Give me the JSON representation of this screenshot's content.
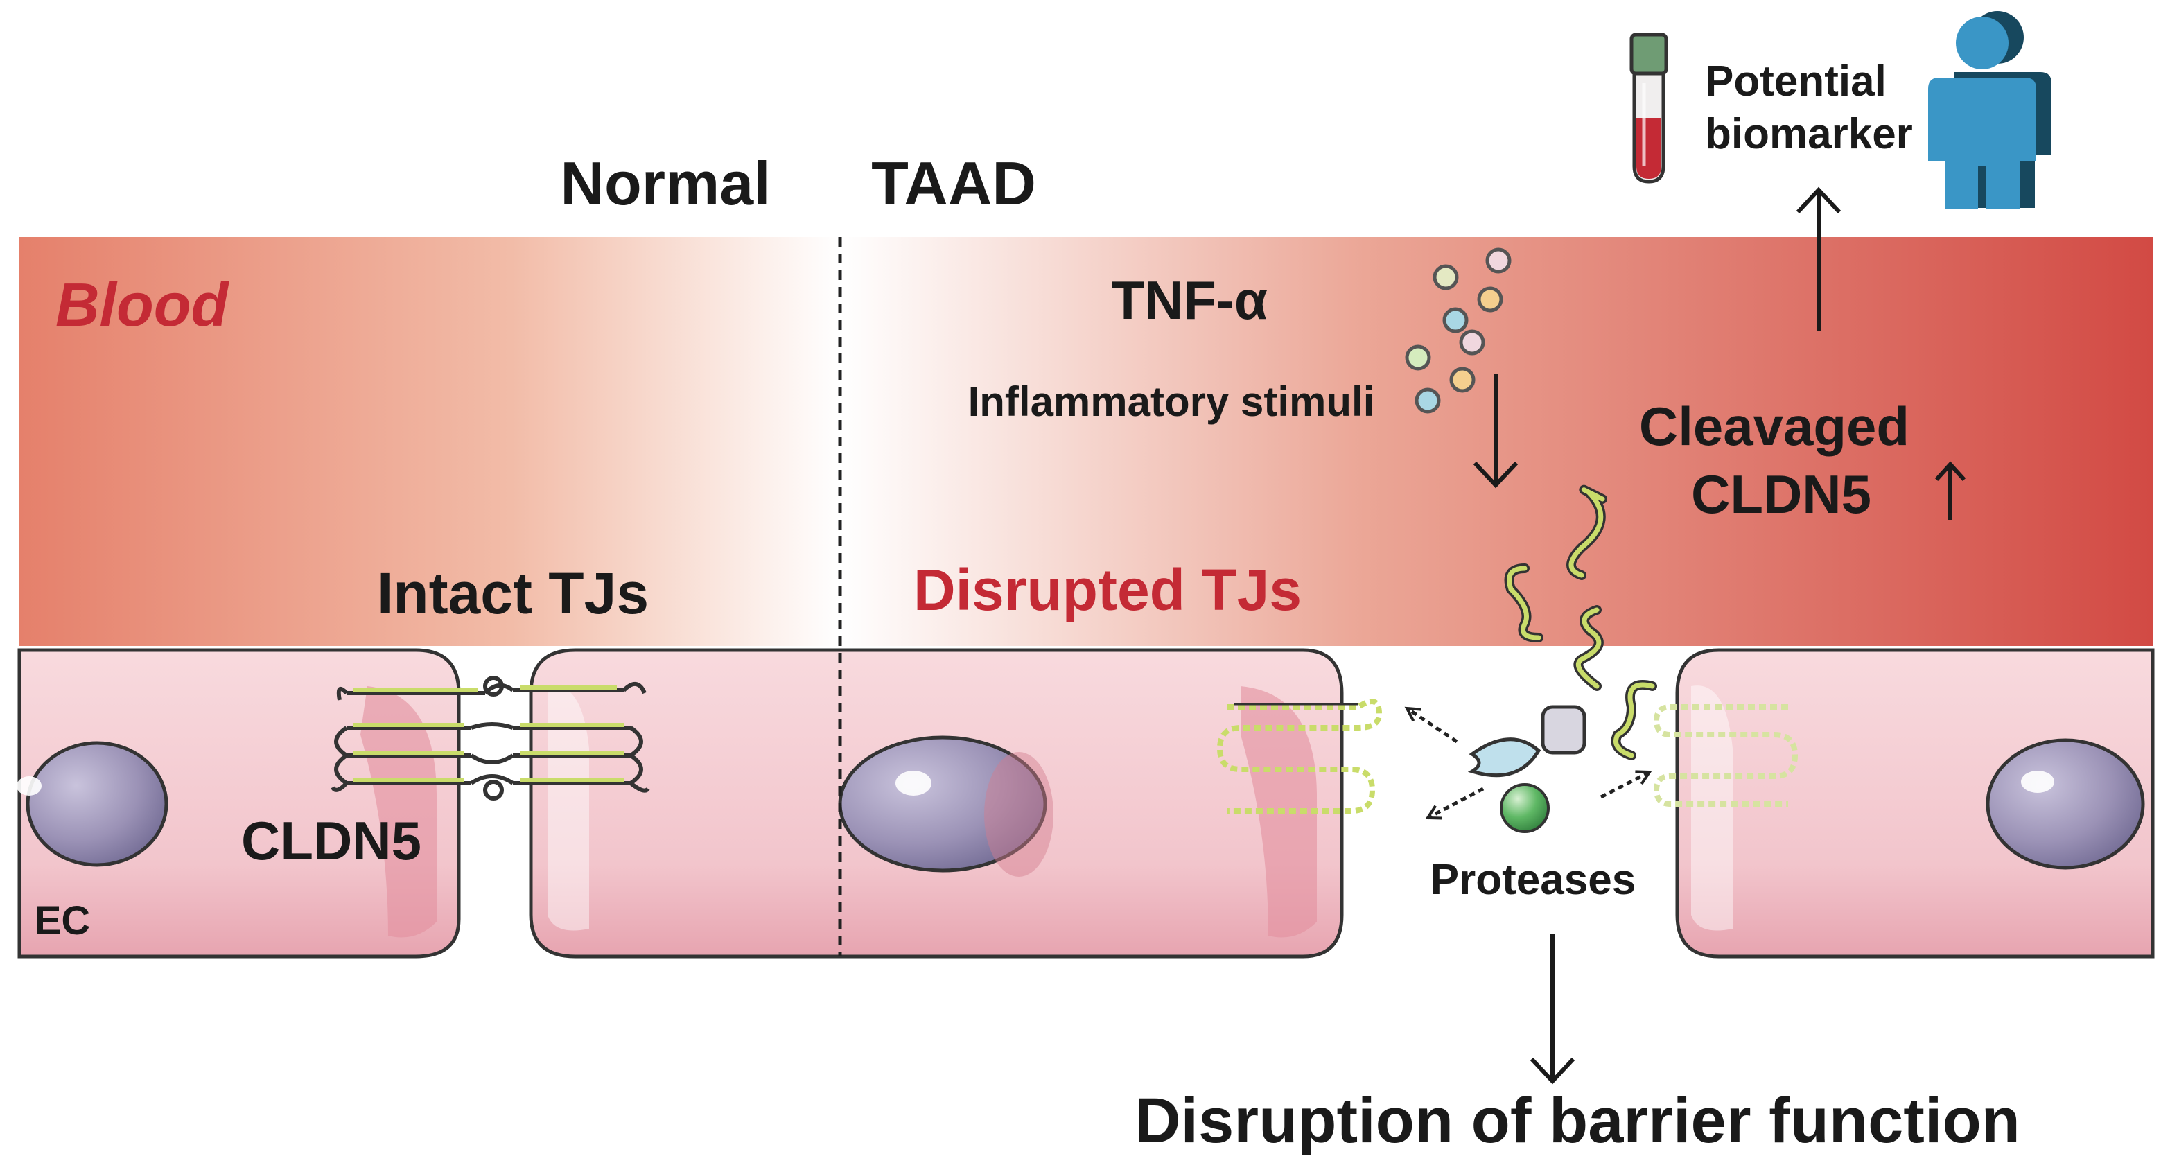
{
  "labels": {
    "normal": "Normal",
    "taad": "TAAD",
    "blood": "Blood",
    "tnf": "TNF-α",
    "inflammatory": "Inflammatory stimuli",
    "cleaved_line1": "Cleavaged",
    "cleaved_line2": "CLDN5",
    "intact": "Intact TJs",
    "disrupted": "Disrupted TJs",
    "cldn5": "CLDN5",
    "ec": "EC",
    "proteases": "Proteases",
    "biomarker_line1": "Potential",
    "biomarker_line2": "biomarker",
    "disruption": "Disruption of barrier function"
  },
  "colors": {
    "blood_deep": "#d9473f",
    "blood_light": "#ffffff",
    "blood_text": "#c42a35",
    "cell_fill": "#f4ced3",
    "cell_shadow": "#dc8f9c",
    "nucleus": "#9b92b6",
    "nucleus_dark": "#6f6890",
    "cldn5_strand": "#c9dc6a",
    "outline": "#333333",
    "protease_diamond": "#bfe0ec",
    "protease_square": "#d8d6e0",
    "protease_sphere": "#4fae5b",
    "tube_cap": "#6f9c74",
    "tube_blood": "#c42a35",
    "person_blue": "#3a96c6",
    "person_dark": "#17485e"
  },
  "icons": {
    "tube": "blood-sample-tube-icon",
    "person": "human-figure-icon",
    "protease": "protease-molecule-icon"
  }
}
